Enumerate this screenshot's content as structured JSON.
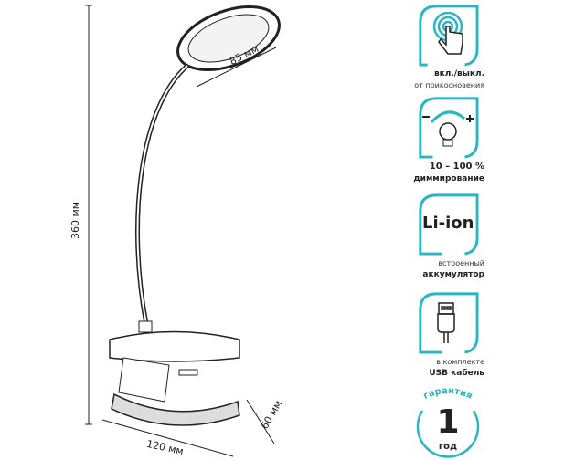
{
  "dimensions": {
    "height": "360 мм",
    "head": "85 мм",
    "width": "120 мм",
    "depth": "60 мм"
  },
  "features": [
    {
      "icon": "touch-icon",
      "line1": "вкл./выкл.",
      "line2": "от прикосновения"
    },
    {
      "icon": "dimming-icon",
      "line1": "10 – 100 %",
      "line2": "диммирование"
    },
    {
      "icon": "battery-icon",
      "big": "Li-ion",
      "line1": "встроенный",
      "line2": "аккумулятор"
    },
    {
      "icon": "usb-cable-icon",
      "line1": "в комплекте",
      "line2": "USB кабель"
    }
  ],
  "warranty": {
    "arc": "гарантия",
    "number": "1",
    "unit": "год"
  },
  "accent": "#2bb5c0"
}
